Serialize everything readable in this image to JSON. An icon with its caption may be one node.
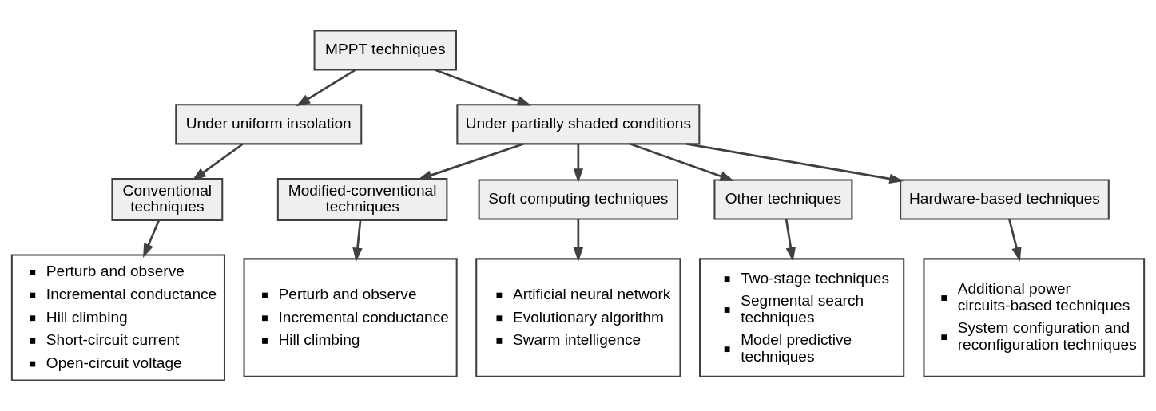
{
  "diagram": {
    "nodes": [
      {
        "text": [
          "MPPT techniques"
        ]
      },
      {
        "text": [
          "Under uniform insolation"
        ]
      },
      {
        "text": [
          "Under partially shaded conditions"
        ]
      },
      {
        "text": [
          "Conventional techniques"
        ]
      },
      {
        "text": [
          "Modified-conventional techniques"
        ]
      },
      {
        "text": [
          "Soft computing techniques"
        ]
      },
      {
        "text": [
          "Other techniques"
        ]
      },
      {
        "text": [
          "Hardware-based techniques"
        ]
      },
      {
        "text": [
          "Perturb and observe",
          "Incremental conductance",
          "Hill climbing",
          "Short-circuit current",
          "Open-circuit voltage"
        ]
      },
      {
        "text": [
          "Perturb and observe",
          "Incremental conductance",
          "Hill climbing"
        ]
      },
      {
        "text": [
          "Artificial neural network",
          "Evolutionary algorithm",
          "Swarm intelligence"
        ]
      },
      {
        "text": [
          "Two-stage techniques",
          "Segmental search techniques",
          "Model predictive techniques"
        ]
      },
      {
        "text": [
          "Additional power circuits-based techniques",
          "System configuration and reconfiguration techniques"
        ]
      }
    ],
    "edges": [
      {
        "from": 0,
        "to": 1,
        "arrow": "to"
      },
      {
        "from": 0,
        "to": 2,
        "arrow": "to"
      },
      {
        "from": 1,
        "to": 3,
        "arrow": "to"
      },
      {
        "from": 2,
        "to": 4,
        "arrow": "to"
      },
      {
        "from": 2,
        "to": 5,
        "arrow": "to"
      },
      {
        "from": 2,
        "to": 6,
        "arrow": "to"
      },
      {
        "from": 2,
        "to": 7,
        "arrow": "to"
      },
      {
        "from": 3,
        "to": 8,
        "arrow": "to"
      },
      {
        "from": 4,
        "to": 9,
        "arrow": "to"
      },
      {
        "from": 5,
        "to": 10,
        "arrow": "to"
      },
      {
        "from": 6,
        "to": 11,
        "arrow": "to"
      },
      {
        "from": 7,
        "to": 12,
        "arrow": "to"
      }
    ]
  }
}
